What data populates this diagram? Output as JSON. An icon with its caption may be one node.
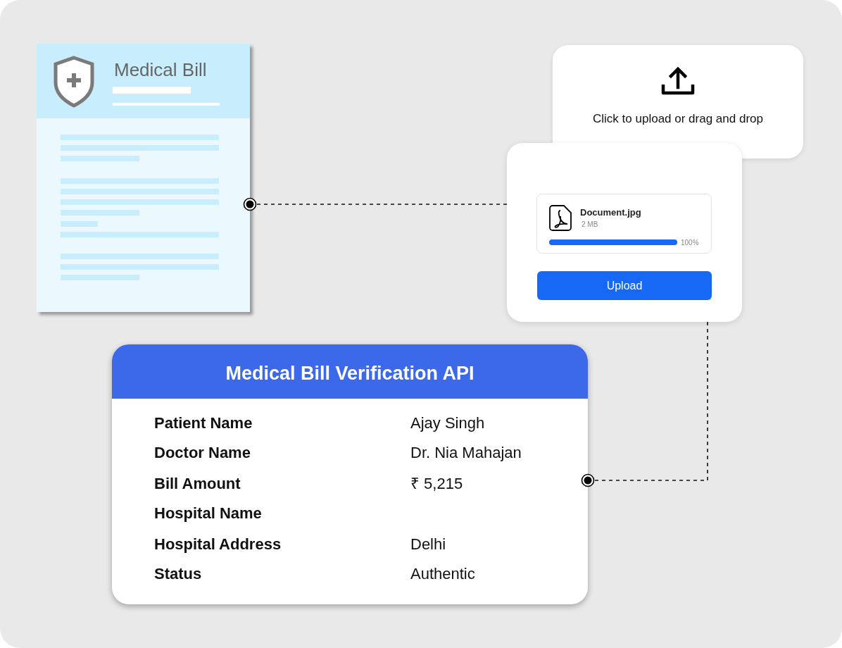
{
  "diagram": {
    "nodes": [
      {
        "text": [
          "Medical Bill"
        ]
      },
      {
        "text": [
          "Click to upload or drag and drop"
        ]
      },
      {
        "text": [
          "Document.jpg",
          "2 MB",
          "100%",
          "Upload"
        ]
      },
      {
        "text": [
          "Medical Bill Verification API"
        ]
      }
    ],
    "edges": [
      {
        "from": 0,
        "to": 2,
        "arrow": "other",
        "style": "dashed"
      },
      {
        "from": 3,
        "to": 2,
        "arrow": "other",
        "style": "dashed"
      }
    ],
    "labels": [
      "Patient Name",
      "Ajay Singh",
      "Doctor Name",
      "Dr. Nia Mahajan",
      "Bill Amount",
      "₹ 5,215",
      "Hospital Name",
      "Hospital Address",
      "Delhi",
      "Status",
      "Authentic"
    ]
  }
}
